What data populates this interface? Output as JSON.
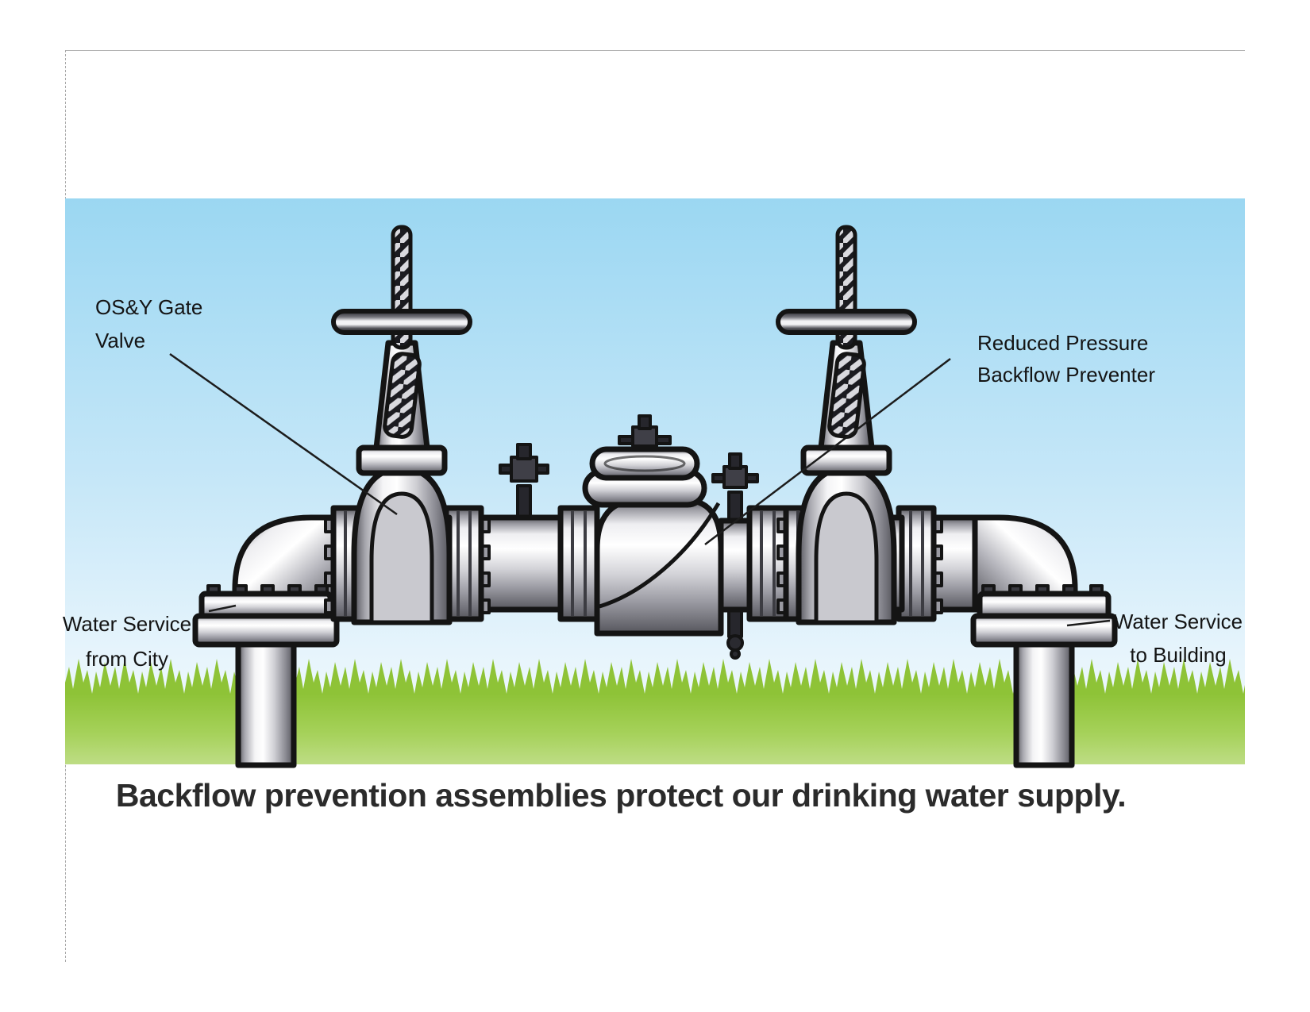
{
  "illustration": {
    "caption": "Backflow prevention assemblies protect our drinking water supply.",
    "labels": {
      "osy_gate_valve": {
        "line1": "OS&Y Gate",
        "line2": "Valve"
      },
      "reduced_pressure_backflow_preventer": {
        "line1": "Reduced Pressure",
        "line2": "Backflow Preventer"
      },
      "water_service_from_city": {
        "line1": "Water Service",
        "line2": "from City"
      },
      "water_service_to_building": {
        "line1": "Water Service",
        "line2": "to Building"
      }
    },
    "colors": {
      "sky_top": "#9bd7f2",
      "sky_bottom": "#f3fafe",
      "grass_dark": "#8ec337",
      "grass_light": "#bedd85",
      "pipe_outline": "#141414",
      "label_text": "#141414",
      "caption_text": "#2b2b2b"
    }
  }
}
